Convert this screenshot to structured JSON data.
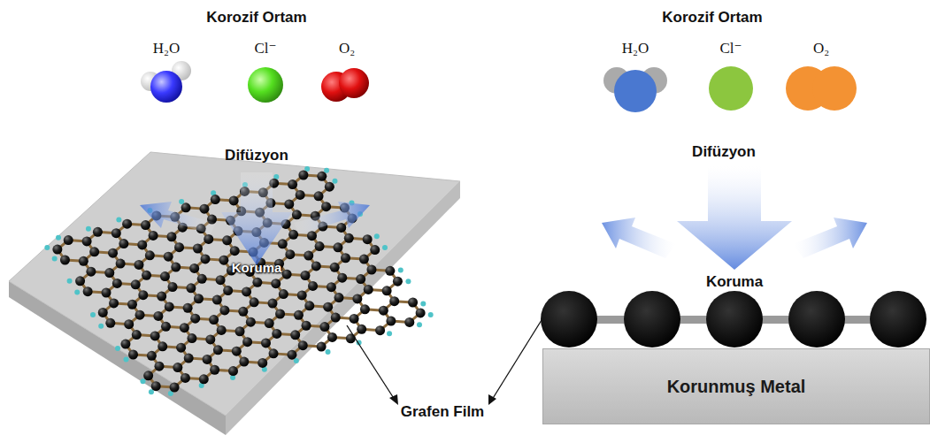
{
  "diagram": {
    "nodes": [
      {
        "text": [
          "Korunmuş Metal"
        ]
      }
    ],
    "labels": [
      "Korozif Ortam",
      "H₂O",
      "Cl⁻",
      "O₂",
      "Difüzyon",
      "Koruma",
      "Grafen Film",
      "Korozif Ortam",
      "H₂O",
      "Cl⁻",
      "O₂",
      "Difüzyon",
      "Koruma"
    ]
  }
}
